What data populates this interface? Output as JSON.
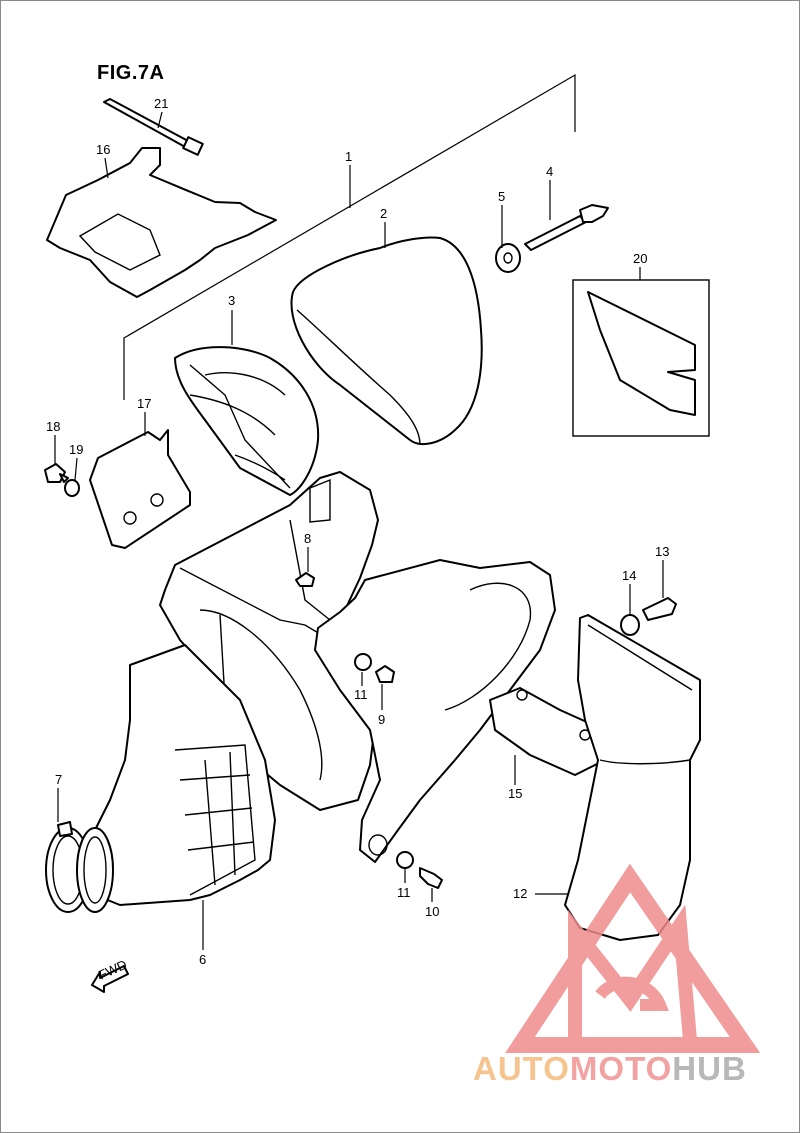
{
  "figure": {
    "title": "FIG.7A"
  },
  "callouts": {
    "c1": "1",
    "c2": "2",
    "c3": "3",
    "c4": "4",
    "c5": "5",
    "c6": "6",
    "c7": "7",
    "c8": "8",
    "c9": "9",
    "c10": "10",
    "c11a": "11",
    "c11b": "11",
    "c12": "12",
    "c13": "13",
    "c14": "14",
    "c15": "15",
    "c16": "16",
    "c17": "17",
    "c18": "18",
    "c19": "19",
    "c20": "20",
    "c21": "21"
  },
  "fwd_arrow": {
    "label": "FWD"
  },
  "watermark": {
    "brand_parts": [
      "AUTO",
      "MOTO",
      "HUB"
    ],
    "colors": {
      "auto": "#f6c58f",
      "moto": "#f3a2a2",
      "hub": "#b8b8b8",
      "logo": "#f08c8c"
    }
  }
}
